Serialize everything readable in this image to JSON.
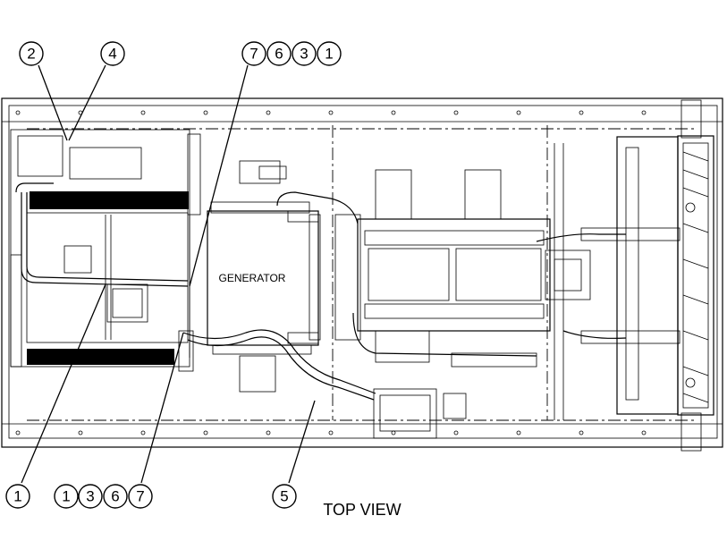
{
  "labels": {
    "generator": "GENERATOR",
    "view": "TOP VIEW"
  },
  "callouts": [
    {
      "id": "c-2",
      "text": "2"
    },
    {
      "id": "c-4",
      "text": "4"
    },
    {
      "id": "c-7a",
      "text": "7"
    },
    {
      "id": "c-6a",
      "text": "6"
    },
    {
      "id": "c-3a",
      "text": "3"
    },
    {
      "id": "c-1a",
      "text": "1"
    },
    {
      "id": "c-1b",
      "text": "1"
    },
    {
      "id": "c-1c",
      "text": "1"
    },
    {
      "id": "c-3b",
      "text": "3"
    },
    {
      "id": "c-6b",
      "text": "6"
    },
    {
      "id": "c-7b",
      "text": "7"
    },
    {
      "id": "c-5",
      "text": "5"
    }
  ]
}
